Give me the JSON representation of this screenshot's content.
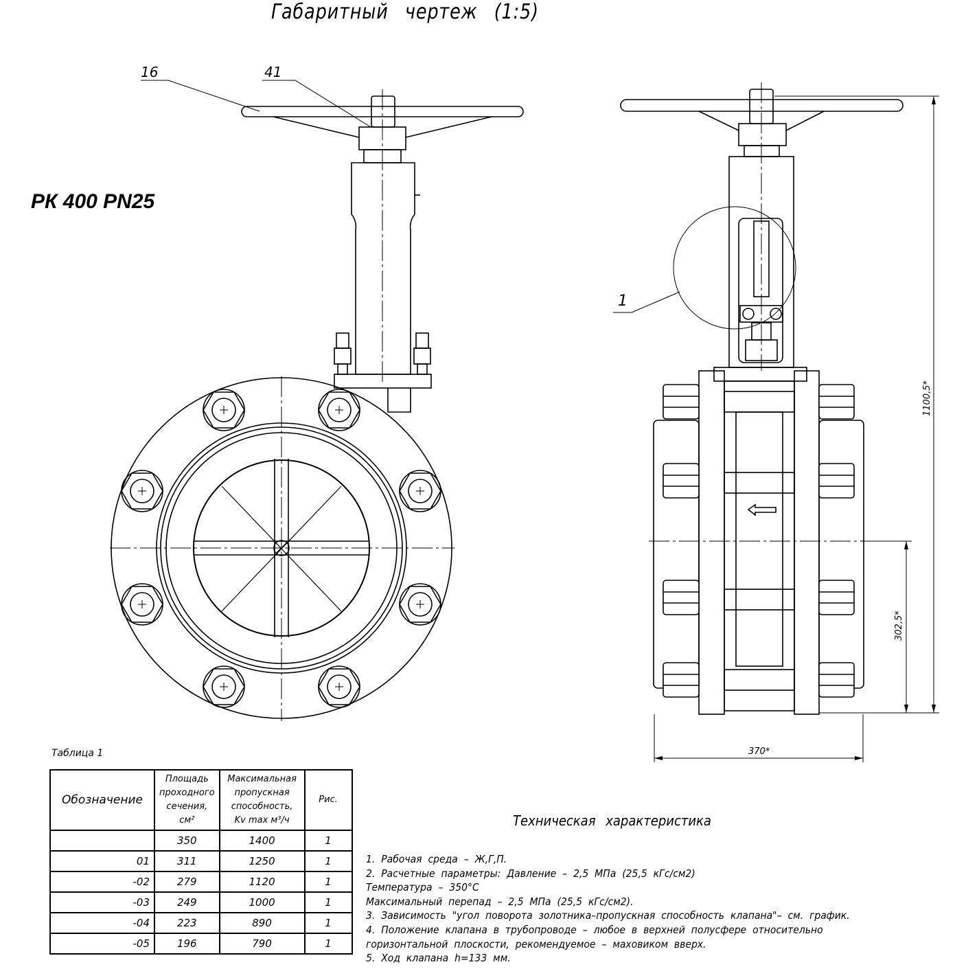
{
  "title": "Габаритный чертеж (1:5)",
  "model": "РК 400 PN25",
  "callouts": {
    "handwheel": "16",
    "hub": "41",
    "detail": "1"
  },
  "dimensions": {
    "height": "1100,5*",
    "axis_height": "302,5*",
    "width": "370*"
  },
  "table": {
    "caption": "Таблица 1",
    "headers": [
      "Обозначение",
      "Площадь проходного сечения, см²",
      "Максимальная пропускная способность, Kv max м³/ч",
      "Рис."
    ],
    "rows": [
      [
        "",
        "350",
        "1400",
        "1"
      ],
      [
        "01",
        "311",
        "1250",
        "1"
      ],
      [
        "-02",
        "279",
        "1120",
        "1"
      ],
      [
        "-03",
        "249",
        "1000",
        "1"
      ],
      [
        "-04",
        "223",
        "890",
        "1"
      ],
      [
        "-05",
        "196",
        "790",
        "1"
      ]
    ]
  },
  "tech": {
    "title": "Техническая характеристика",
    "lines": [
      "1. Рабочая среда – Ж,Г,П.",
      "2. Расчетные параметры: Давление – 2,5 МПа (25,5 кГс/см2)",
      "Температура – 350°С",
      "Максимальный перепад – 2,5 МПа (25,5 кГс/см2).",
      "3. Зависимость \"угол поворота золотника–пропускная способность клапана\"– см. график.",
      "4. Положение клапана в трубопроводе – любое в верхней полусфере относительно",
      "горизонтальной плоскости, рекомендуемое – маховиком вверх.",
      "5. Ход клапана h=133 мм."
    ]
  }
}
